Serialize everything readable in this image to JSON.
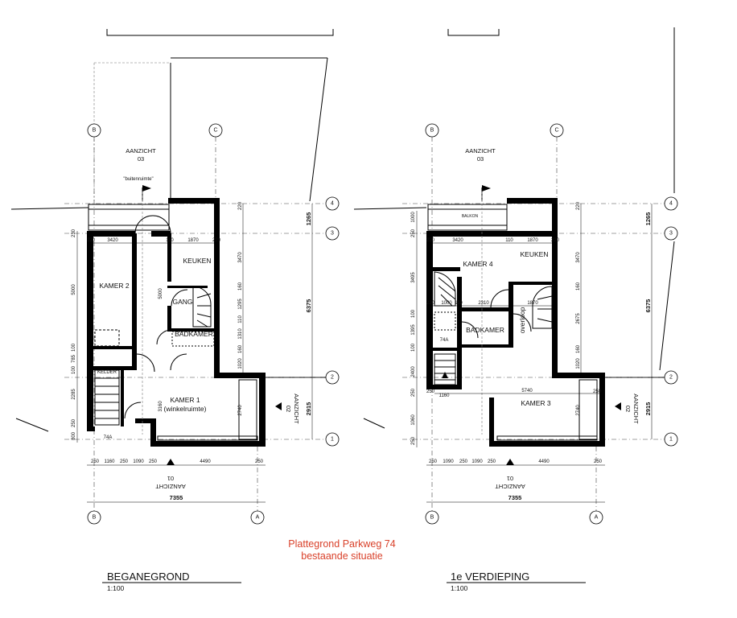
{
  "title": {
    "line1": "Plattegrond Parkweg 74",
    "line2": "bestaande situatie",
    "color": "#d9412a"
  },
  "grid_labels": {
    "B": "B",
    "C": "C",
    "A": "A",
    "g1": "1",
    "g2": "2",
    "g3": "3",
    "g4": "4"
  },
  "ground_floor": {
    "name": "BEGANEGROND",
    "scale": "1:100",
    "aanzicht_top": "AANZICHT",
    "aanzicht_top_num": "03",
    "aanzicht_right": "AANZICHT",
    "aanzicht_right_num": "02",
    "aanzicht_bottom": "AANZICHT",
    "aanzicht_bottom_num": "01",
    "buitenruimte": "\"buitenruimte\"",
    "rooms": {
      "keuken": "KEUKEN",
      "kamer2": "KAMER 2",
      "gang": "GANG",
      "badkamer": "BADKAMER",
      "kelder": "KELDER",
      "kamer1": "KAMER 1",
      "winkel": "(winkelruimte)",
      "unit": "74A"
    },
    "dims": {
      "top1": "220",
      "top2": "3420",
      "top3": "110",
      "top4": "1870",
      "top5": "220",
      "left1": "230",
      "left2": "5000",
      "left3": "100",
      "left4": "785",
      "left5": "100",
      "left6": "2285",
      "left7": "250",
      "left8": "800",
      "mid_v": "5000",
      "mid_v2": "3160",
      "right1": "3470",
      "right2": "160",
      "right3": "1295",
      "right4": "110",
      "right5": "1310",
      "right6": "160",
      "right7": "1020",
      "right8": "2740",
      "bot1": "250",
      "bot2": "1160",
      "bot3": "250",
      "bot4": "1090",
      "bot5": "250",
      "bot6": "4490",
      "bot7": "250",
      "total": "7355",
      "far1": "1265",
      "far2": "6375",
      "far3": "2915"
    }
  },
  "first_floor": {
    "name": "1e VERDIEPING",
    "scale": "1:100",
    "aanzicht_top": "AANZICHT",
    "aanzicht_top_num": "03",
    "aanzicht_right": "AANZICHT",
    "aanzicht_right_num": "02",
    "aanzicht_bottom": "AANZICHT",
    "aanzicht_bottom_num": "01",
    "balkon": "BALKON",
    "rooms": {
      "kamer4": "KAMER 4",
      "keuken": "KEUKEN",
      "badkamer": "BADKAMER",
      "overloop": "overloop",
      "unit": "74A",
      "kamer3": "KAMER 3"
    },
    "dims": {
      "top1": "220",
      "top2": "3420",
      "top3": "110",
      "top4": "1870",
      "top5": "220",
      "mid1": "220",
      "mid2": "1000",
      "mid3": "110",
      "mid4": "2310",
      "mid5": "1870",
      "mid6": "1160",
      "left1": "1000",
      "left2": "250",
      "left3": "3495",
      "left4": "100",
      "left5": "1395",
      "left6": "100",
      "left7": "2400",
      "left8": "250",
      "left9": "1060",
      "left10": "250",
      "right1": "3470",
      "right2": "160",
      "right3": "2675",
      "right4": "160",
      "right5": "1020",
      "right6": "2740",
      "span": "5740",
      "bot1": "250",
      "bot2": "1090",
      "bot3": "250",
      "bot4": "1090",
      "bot5": "250",
      "bot6": "4490",
      "bot7": "250",
      "total": "7355",
      "far1": "1265",
      "far2": "6375",
      "far3": "2915"
    }
  }
}
